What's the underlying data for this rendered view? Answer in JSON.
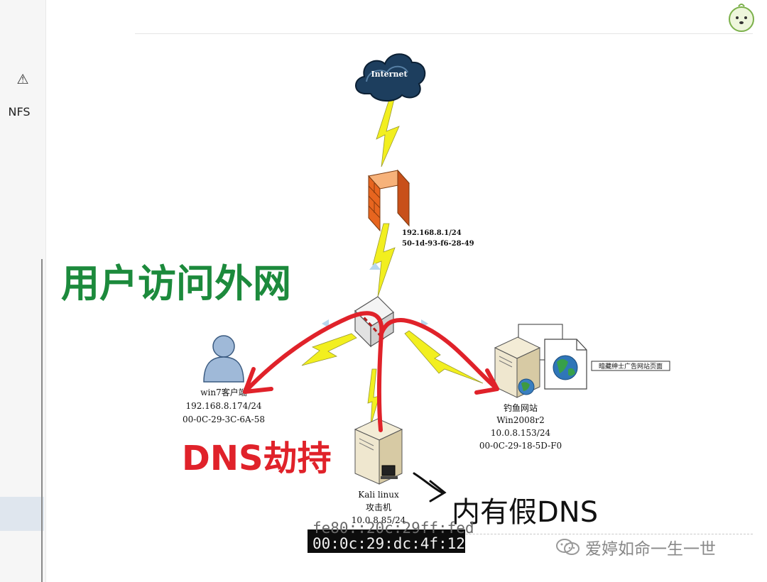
{
  "sidebar": {
    "warning_icon": "warning-icon",
    "item_label": "NFS"
  },
  "diagram": {
    "internet_label": "Internet",
    "firewall_ip": "192.168.8.1/24",
    "firewall_mac": "50-1d-93-f6-28-49",
    "client": {
      "name": "win7客户端",
      "ip": "192.168.8.174/24",
      "mac": "00-0C-29-3C-6A-58"
    },
    "phishing": {
      "name": "钓鱼网站",
      "os": "Win2008r2",
      "ip": "10.0.8.153/24",
      "mac": "00-0C-29-18-5D-F0"
    },
    "phishing_page_label": "暗藏绅士广告网站页面",
    "attacker": {
      "name": "Kali linux",
      "role": "攻击机",
      "ip": "10.0.8.85/24"
    }
  },
  "annotations": {
    "user_access": "用户访问外网",
    "dns_hijack": "DNS劫持",
    "fake_dns": "内有假DNS"
  },
  "terminal": {
    "mac_partial": "fe80::20c:29ff:fed",
    "mac": "00:0c:29:dc:4f:12"
  },
  "watermark": {
    "text": "爱婷如命一生一世",
    "icon": "wechat-icon"
  },
  "colors": {
    "annotation_red": "#e0222a",
    "annotation_green": "#1c8a3c",
    "lightning": "#f2ef1f"
  }
}
